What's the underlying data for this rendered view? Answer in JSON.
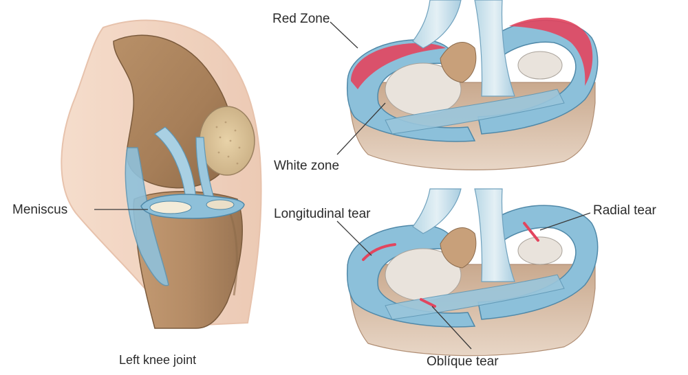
{
  "labels": {
    "meniscus": "Meniscus",
    "left_knee_joint": "Left knee joint",
    "red_zone": "Red Zone",
    "white_zone": "White zone",
    "longitudinal_tear": "Longitudinal tear",
    "radial_tear": "Radial tear",
    "oblique_tear": "Oblíque tear"
  },
  "colors": {
    "meniscus_blue": "#7fb6d2",
    "red_zone": "#e2455e",
    "bone": "#d9b28c",
    "cartilage": "#e9e3dc"
  }
}
